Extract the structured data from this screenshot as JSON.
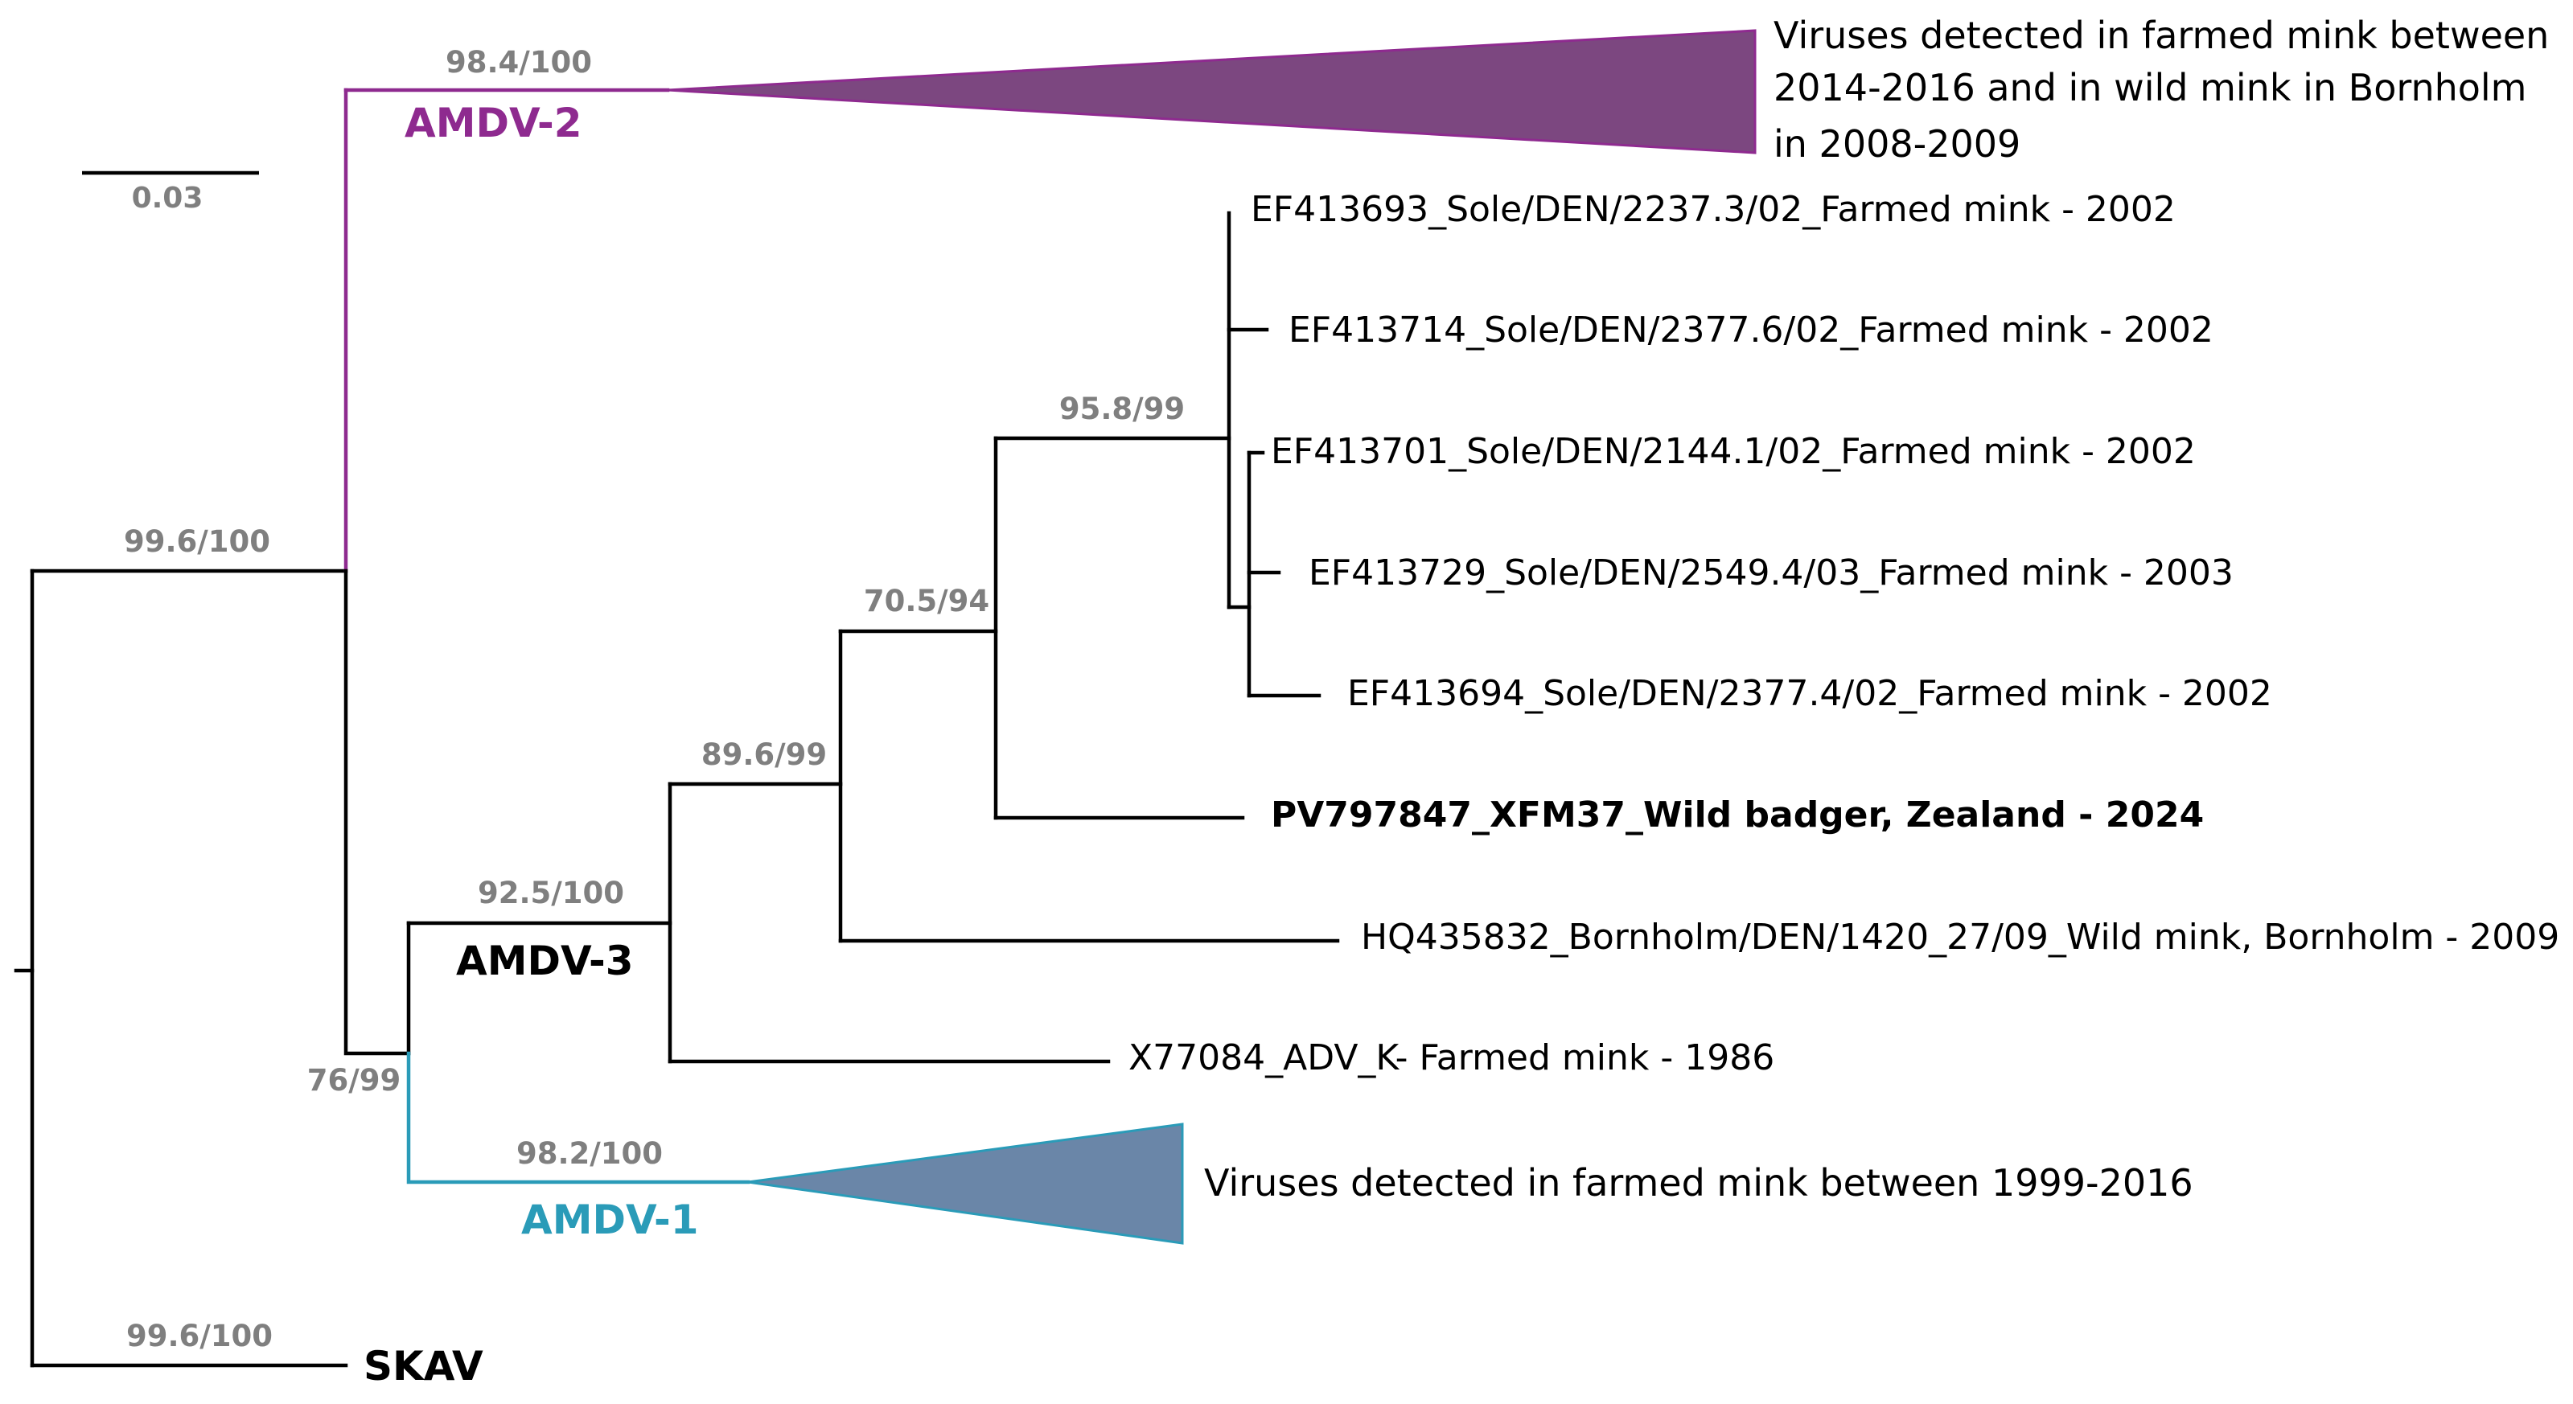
{
  "colors": {
    "black": "#000000",
    "amdv2": "#8e2a8f",
    "amdv2_fill": "#7c4780",
    "amdv1": "#2a9bb8",
    "amdv1_fill": "#6a86a8",
    "support_text": "#7f7f7f"
  },
  "scale_bar": {
    "label": "0.03"
  },
  "clades": {
    "amdv2": "AMDV-2",
    "amdv3": "AMDV-3",
    "amdv1": "AMDV-1",
    "skav": "SKAV"
  },
  "support": {
    "root_upper": "99.6/100",
    "amdv2": "98.4/100",
    "amdv3_group": "76/99",
    "amdv3": "92.5/100",
    "n_89": "89.6/99",
    "n_70": "70.5/94",
    "n_95": "95.8/99",
    "amdv1": "98.2/100",
    "skav": "99.6/100"
  },
  "collapsed": {
    "amdv2_lines": [
      "Viruses detected in farmed mink between",
      "2014-2016 and in wild mink in Bornholm",
      "in 2008-2009"
    ],
    "amdv1": "Viruses detected in farmed mink between 1999-2016"
  },
  "leaves": [
    {
      "label": "EF413693_Sole/DEN/2237.3/02_Farmed mink - 2002",
      "bold": false
    },
    {
      "label": "EF413714_Sole/DEN/2377.6/02_Farmed mink - 2002",
      "bold": false
    },
    {
      "label": "EF413701_Sole/DEN/2144.1/02_Farmed mink - 2002",
      "bold": false
    },
    {
      "label": "EF413729_Sole/DEN/2549.4/03_Farmed mink - 2003",
      "bold": false
    },
    {
      "label": "EF413694_Sole/DEN/2377.4/02_Farmed mink - 2002",
      "bold": false
    },
    {
      "label": "PV797847_XFM37_Wild badger, Zealand - 2024",
      "bold": true
    },
    {
      "label": "HQ435832_Bornholm/DEN/1420_27/09_Wild mink, Bornholm - 2009",
      "bold": false
    },
    {
      "label": "X77084_ADV_K- Farmed mink - 1986",
      "bold": false
    }
  ]
}
